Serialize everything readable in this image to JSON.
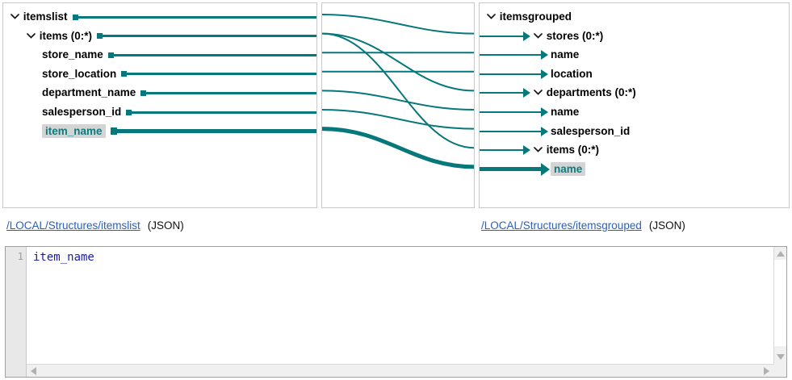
{
  "source_tree": {
    "panel_name": "itemslist-structure",
    "nodes": [
      {
        "label": "itemslist",
        "indent": 0,
        "chevron": true,
        "selected": false,
        "connector": "stub",
        "thick": false
      },
      {
        "label": "items (0:*)",
        "indent": 1,
        "chevron": true,
        "selected": false,
        "connector": "stub",
        "thick": false
      },
      {
        "label": "store_name",
        "indent": 2,
        "chevron": false,
        "selected": false,
        "connector": "stub",
        "thick": false
      },
      {
        "label": "store_location",
        "indent": 2,
        "chevron": false,
        "selected": false,
        "connector": "stub",
        "thick": false
      },
      {
        "label": "department_name",
        "indent": 2,
        "chevron": false,
        "selected": false,
        "connector": "stub",
        "thick": false
      },
      {
        "label": "salesperson_id",
        "indent": 2,
        "chevron": false,
        "selected": false,
        "connector": "stub",
        "thick": false
      },
      {
        "label": "item_name",
        "indent": 2,
        "chevron": false,
        "selected": true,
        "connector": "stub",
        "thick": true
      }
    ]
  },
  "target_tree": {
    "panel_name": "itemsgrouped-structure",
    "nodes": [
      {
        "label": "itemsgrouped",
        "indent": 0,
        "chevron": true,
        "selected": false,
        "connector": "none",
        "thick": false
      },
      {
        "label": "stores (0:*)",
        "indent": 1,
        "chevron": true,
        "selected": false,
        "connector": "arrow",
        "thick": false
      },
      {
        "label": "name",
        "indent": 2,
        "chevron": false,
        "selected": false,
        "connector": "arrow",
        "thick": false
      },
      {
        "label": "location",
        "indent": 2,
        "chevron": false,
        "selected": false,
        "connector": "arrow",
        "thick": false
      },
      {
        "label": "departments (0:*)",
        "indent": 1,
        "chevron": true,
        "selected": false,
        "connector": "arrow",
        "thick": false
      },
      {
        "label": "name",
        "indent": 2,
        "chevron": false,
        "selected": false,
        "connector": "arrow",
        "thick": false
      },
      {
        "label": "salesperson_id",
        "indent": 2,
        "chevron": false,
        "selected": false,
        "connector": "arrow",
        "thick": false
      },
      {
        "label": "items (0:*)",
        "indent": 1,
        "chevron": true,
        "selected": false,
        "connector": "arrow",
        "thick": false
      },
      {
        "label": "name",
        "indent": 2,
        "chevron": false,
        "selected": true,
        "connector": "arrow",
        "thick": true
      }
    ]
  },
  "mappings": [
    {
      "from": "itemslist",
      "to": "stores (0:*)",
      "thick": false
    },
    {
      "from": "items (0:*)",
      "to": "departments (0:*)",
      "thick": false
    },
    {
      "from": "items (0:*)",
      "to": "items (0:*)",
      "thick": false
    },
    {
      "from": "store_name",
      "to": "name",
      "thick": false
    },
    {
      "from": "store_location",
      "to": "location",
      "thick": false
    },
    {
      "from": "department_name",
      "to": "name",
      "thick": false
    },
    {
      "from": "salesperson_id",
      "to": "salesperson_id",
      "thick": false
    },
    {
      "from": "item_name",
      "to": "name",
      "thick": true
    }
  ],
  "source_footer": {
    "path": "/LOCAL/Structures/itemslist",
    "type": "(JSON)"
  },
  "target_footer": {
    "path": "/LOCAL/Structures/itemsgrouped",
    "type": "(JSON)"
  },
  "editor": {
    "line_number": "1",
    "content": "item_name"
  },
  "colors": {
    "connector": "#06777a",
    "selected_text": "#0a7d80",
    "selected_bg": "#d4d4d4",
    "link": "#2b5fb8",
    "code": "#1a1ab0"
  }
}
